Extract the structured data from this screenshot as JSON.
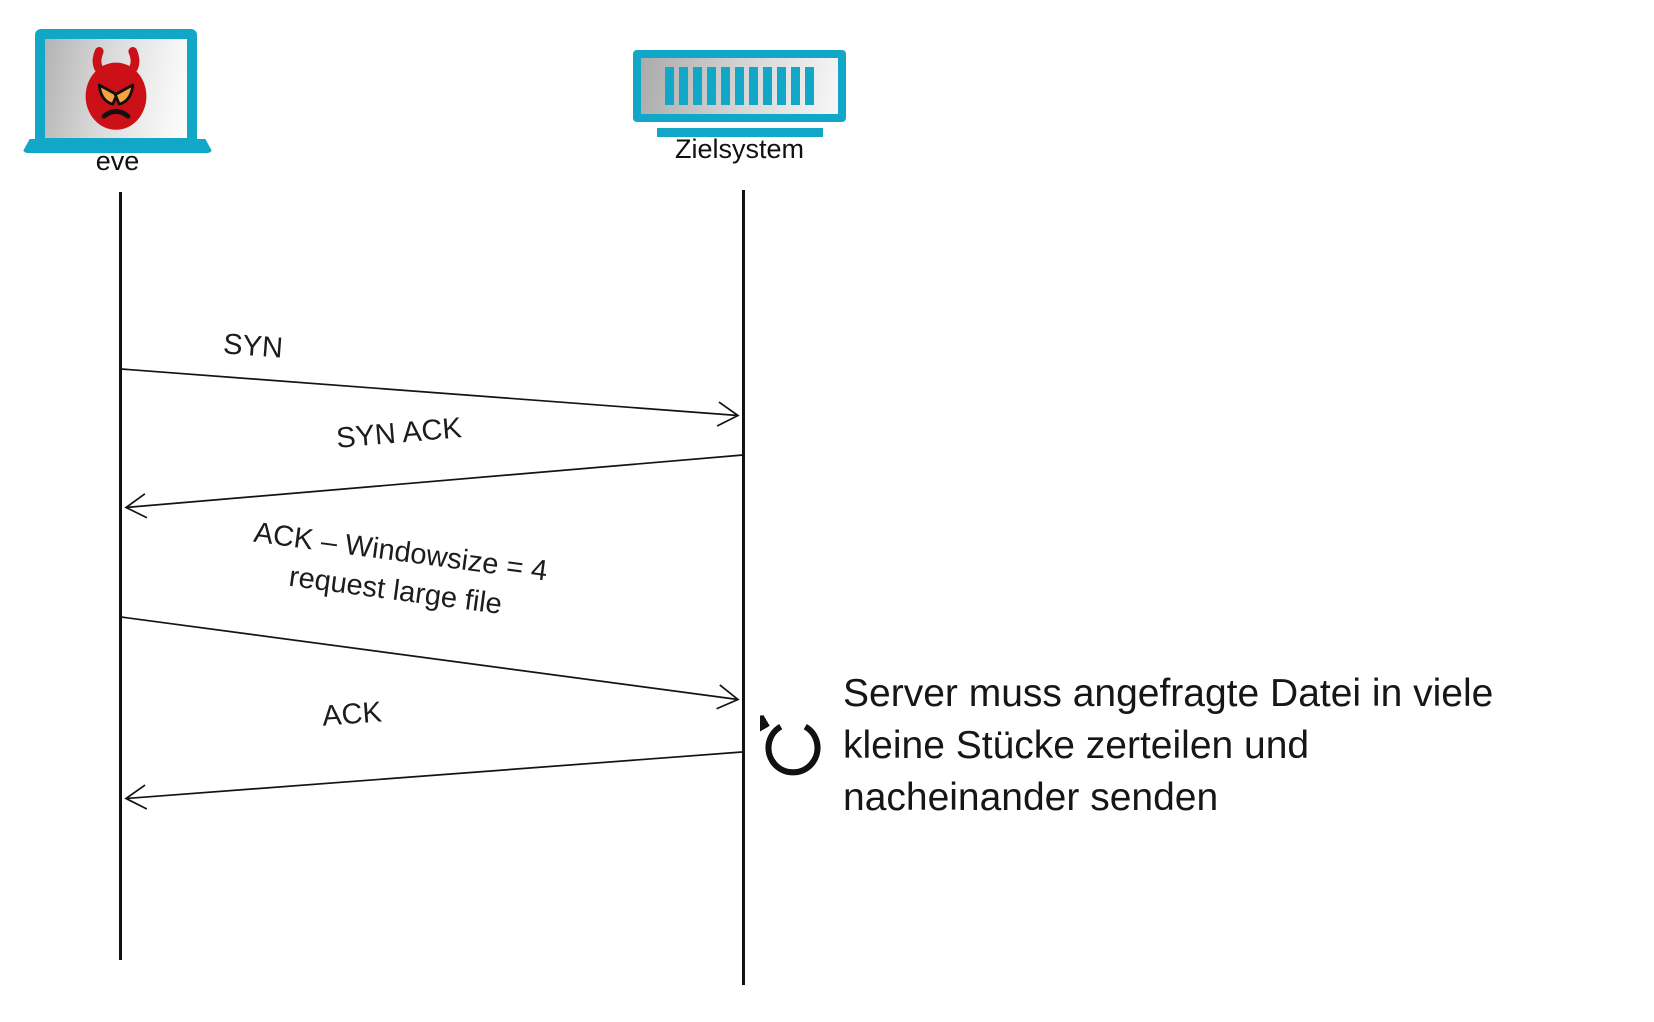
{
  "diagram_type": "sequence-diagram",
  "colors": {
    "accent_teal": "#12a7c6",
    "devil_red": "#cb1117",
    "devil_eye_orange": "#f9a33c",
    "line_black": "#141414"
  },
  "actors": {
    "eve": {
      "label": "eve",
      "icon": "devil-laptop-icon"
    },
    "target": {
      "label": "Zielsystem",
      "icon": "server-icon"
    }
  },
  "messages": [
    {
      "id": "syn",
      "label": "SYN",
      "from": "eve",
      "to": "Zielsystem"
    },
    {
      "id": "syn-ack",
      "label": "SYN ACK",
      "from": "Zielsystem",
      "to": "eve"
    },
    {
      "id": "ack-window",
      "label": "ACK – Windowsize = 4",
      "label_line2": "request large file",
      "from": "eve",
      "to": "Zielsystem"
    },
    {
      "id": "ack",
      "label": "ACK",
      "from": "Zielsystem",
      "to": "eve"
    }
  ],
  "annotation": {
    "icon": "loop-arrow-icon",
    "line1": "Server muss angefragte Datei in viele",
    "line2": "kleine Stücke zerteilen und",
    "line3": "nacheinander senden"
  }
}
